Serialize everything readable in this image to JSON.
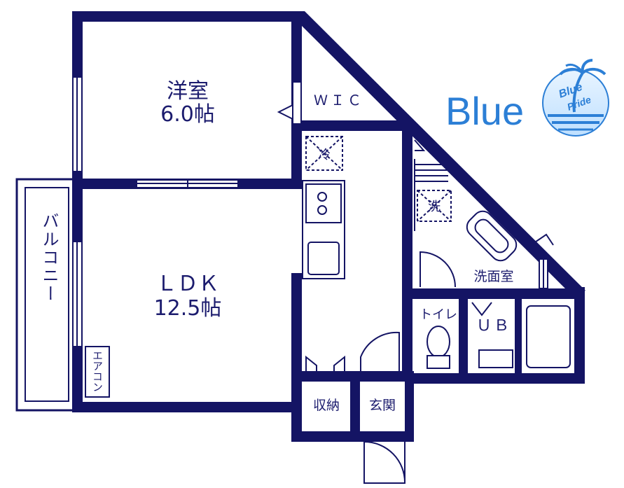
{
  "rooms": {
    "western_room": {
      "name": "洋室",
      "size": "6.0帖"
    },
    "ldk": {
      "name": "ＬＤＫ",
      "size": "12.5帖"
    },
    "wic": "ＷＩＣ",
    "washroom": "洗面室",
    "toilet": "トイレ",
    "unit_bath": "ＵＢ",
    "storage": "収納",
    "entrance": "玄関",
    "balcony": "バルコニー",
    "aircon": "エアコン"
  },
  "fixtures": {
    "fridge": "冷",
    "washer": "洗"
  },
  "logo": {
    "word": "Blue",
    "badge_line1": "Blue",
    "badge_line2": "Pride"
  },
  "colors": {
    "wall": "#141464",
    "logo_blue": "#2c7fd6"
  }
}
